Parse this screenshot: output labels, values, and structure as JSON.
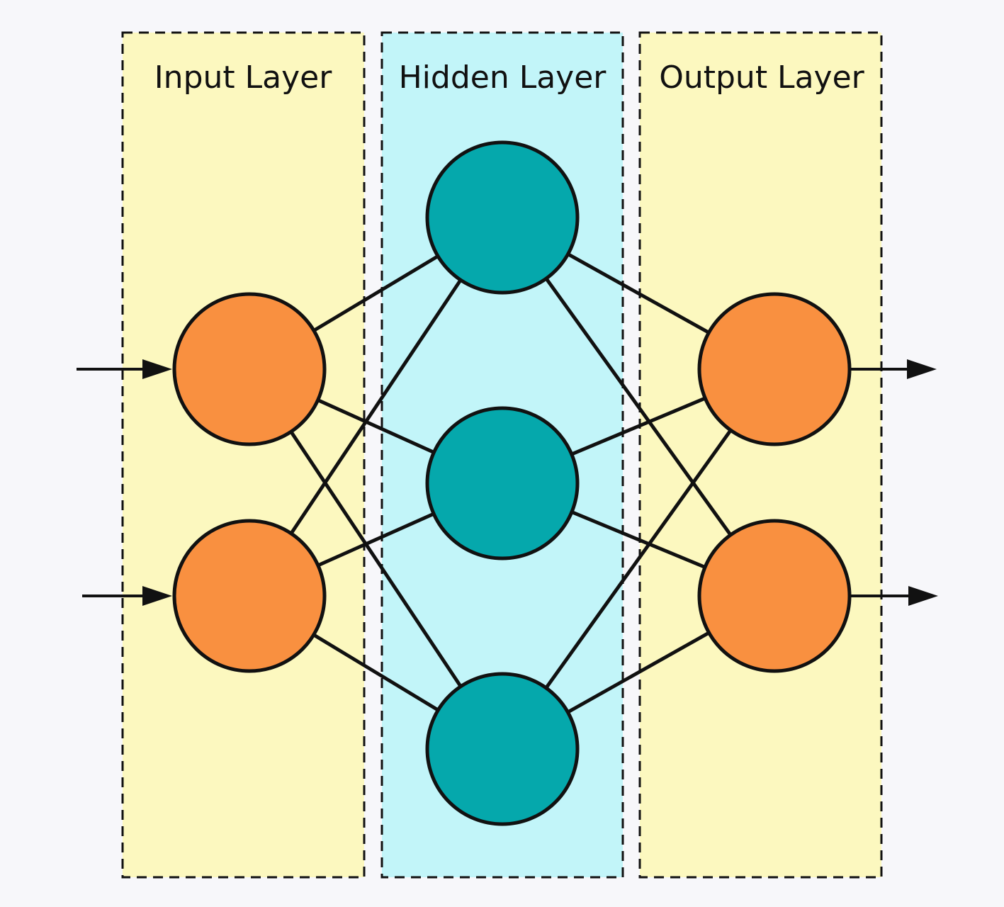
{
  "diagram": {
    "background": "#f7f7fa",
    "colors": {
      "input_panel": "#fcf8bf",
      "hidden_panel": "#c2f5f9",
      "output_panel": "#fcf8bf",
      "io_node": "#f99040",
      "hidden_node": "#05a8ac",
      "stroke": "#111111"
    },
    "layers": [
      {
        "id": "input",
        "title": "Input Layer",
        "node_count": 2
      },
      {
        "id": "hidden",
        "title": "Hidden Layer",
        "node_count": 3
      },
      {
        "id": "output",
        "title": "Output Layer",
        "node_count": 2
      }
    ],
    "connections": "fully-connected",
    "input_arrows": 2,
    "output_arrows": 2
  }
}
